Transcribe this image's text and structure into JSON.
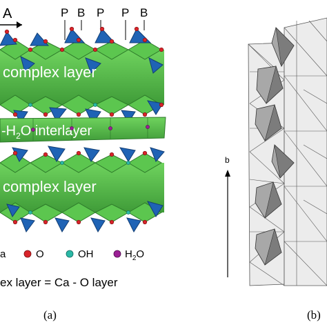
{
  "panel_a": {
    "axis_label": "A",
    "site_labels": [
      "P",
      "B",
      "P",
      "P",
      "B"
    ],
    "layer_top": "complex layer",
    "layer_middle": "-H",
    "layer_middle_sub": "2",
    "layer_middle_rest": "O interlayer",
    "layer_bottom": "complex layer",
    "legend": {
      "item_a": "a",
      "item_o": "O",
      "item_oh": "OH",
      "item_h2o_main": "H",
      "item_h2o_sub": "2",
      "item_h2o_rest": "O"
    },
    "equation": "ex layer = Ca - O layer",
    "caption": "(a)"
  },
  "panel_b": {
    "axis_label": "b",
    "caption": "(b)"
  },
  "colors": {
    "green": "#55c24a",
    "blue": "#1f63b5",
    "oxygen": "#d8242a",
    "hydroxyl": "#2bb8a6",
    "water": "#9b1f95",
    "grey_poly": "#a8a8a8",
    "light_poly": "#ececec"
  }
}
